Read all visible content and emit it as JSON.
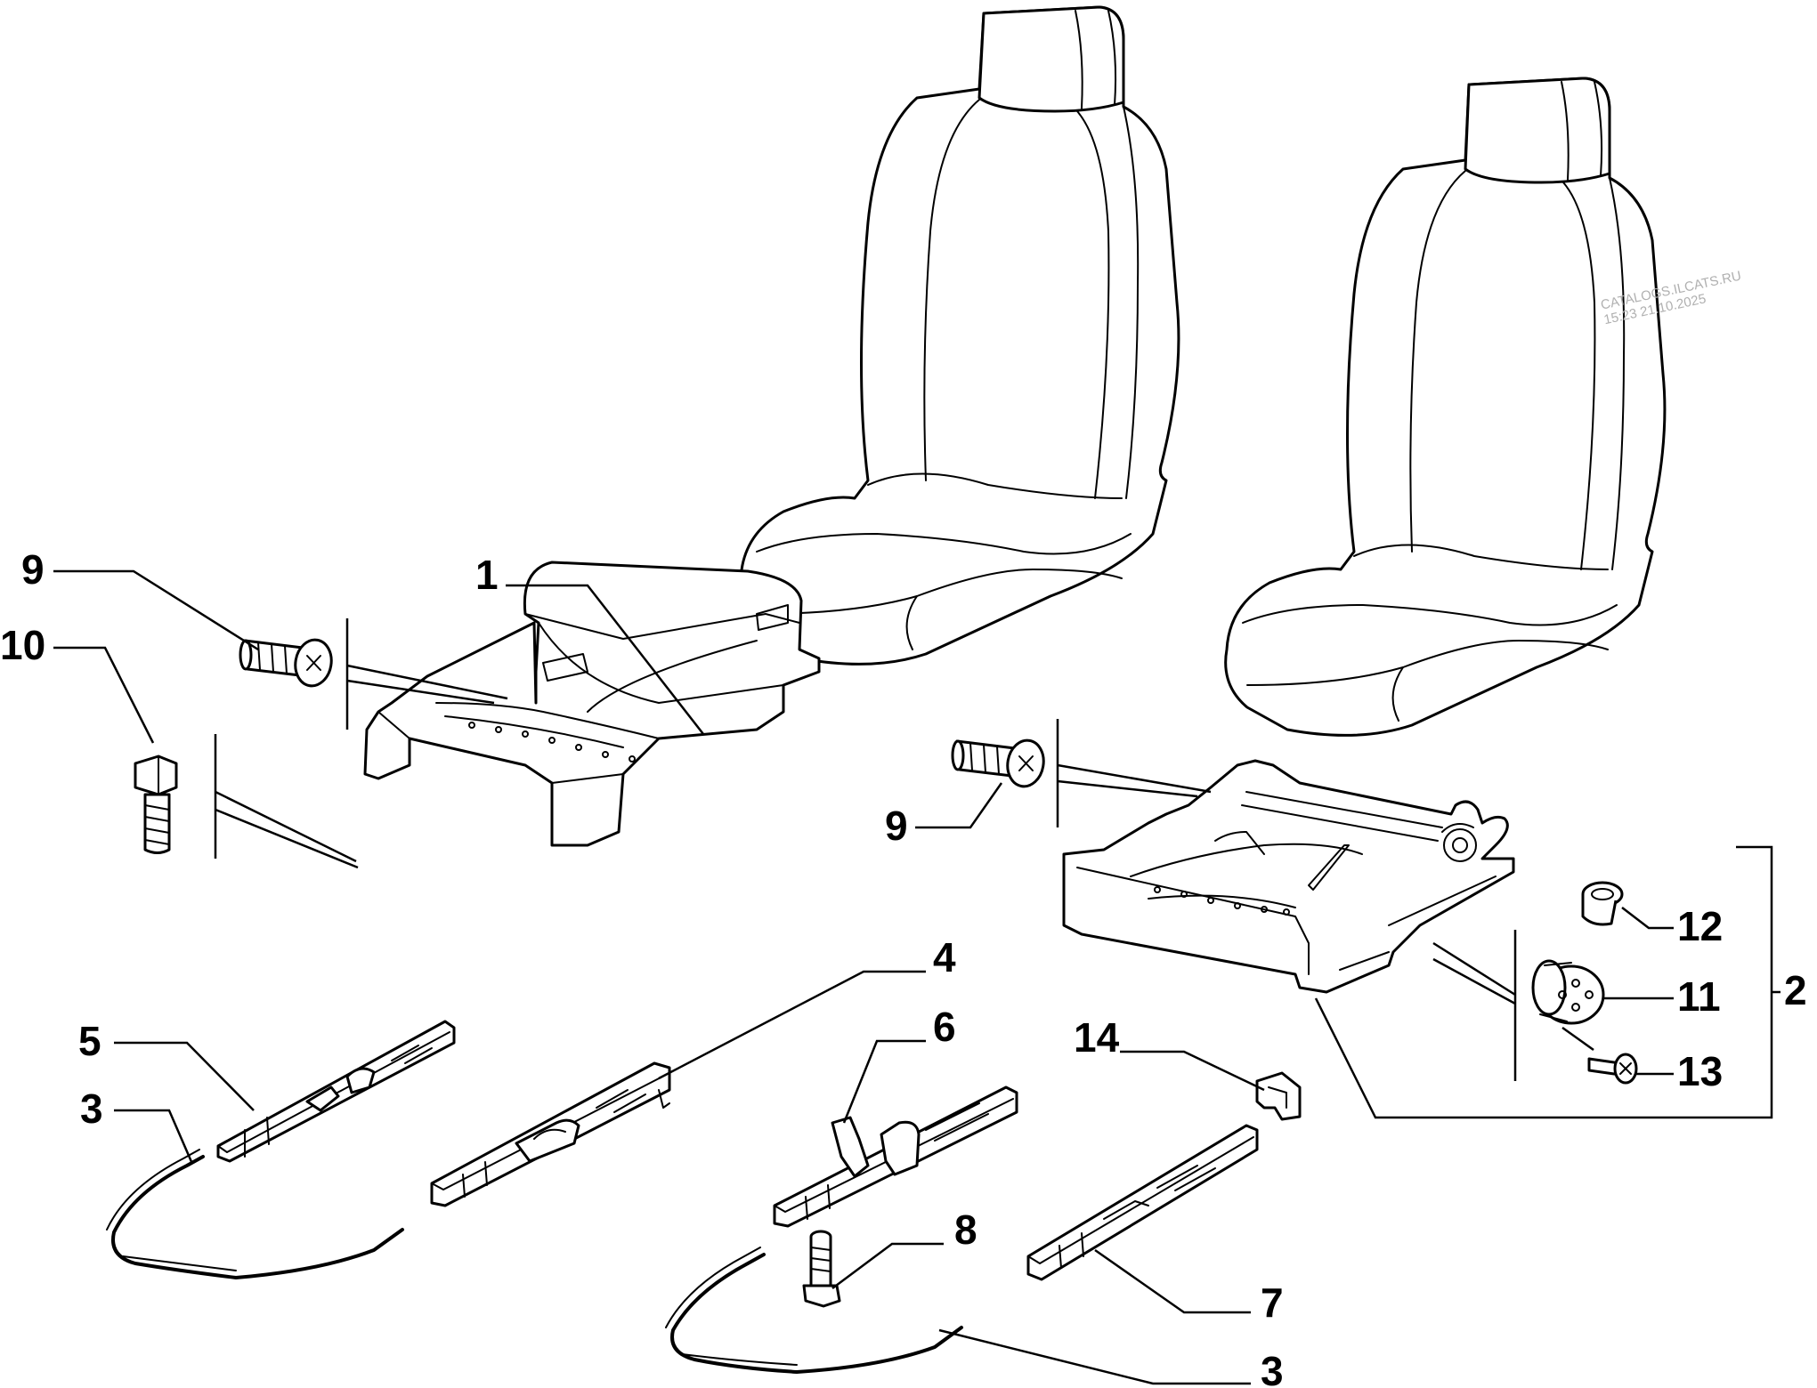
{
  "diagram": {
    "callouts": {
      "c1": "1",
      "c2": "2",
      "c3a": "3",
      "c3b": "3",
      "c4": "4",
      "c5": "5",
      "c6": "6",
      "c7": "7",
      "c8": "8",
      "c9a": "9",
      "c9b": "9",
      "c10": "10",
      "c11": "11",
      "c12": "12",
      "c13": "13",
      "c14": "14"
    },
    "watermark": {
      "line1": "CATALOGS.ILCATS.RU",
      "line2": "15:23 21.10.2025"
    }
  }
}
